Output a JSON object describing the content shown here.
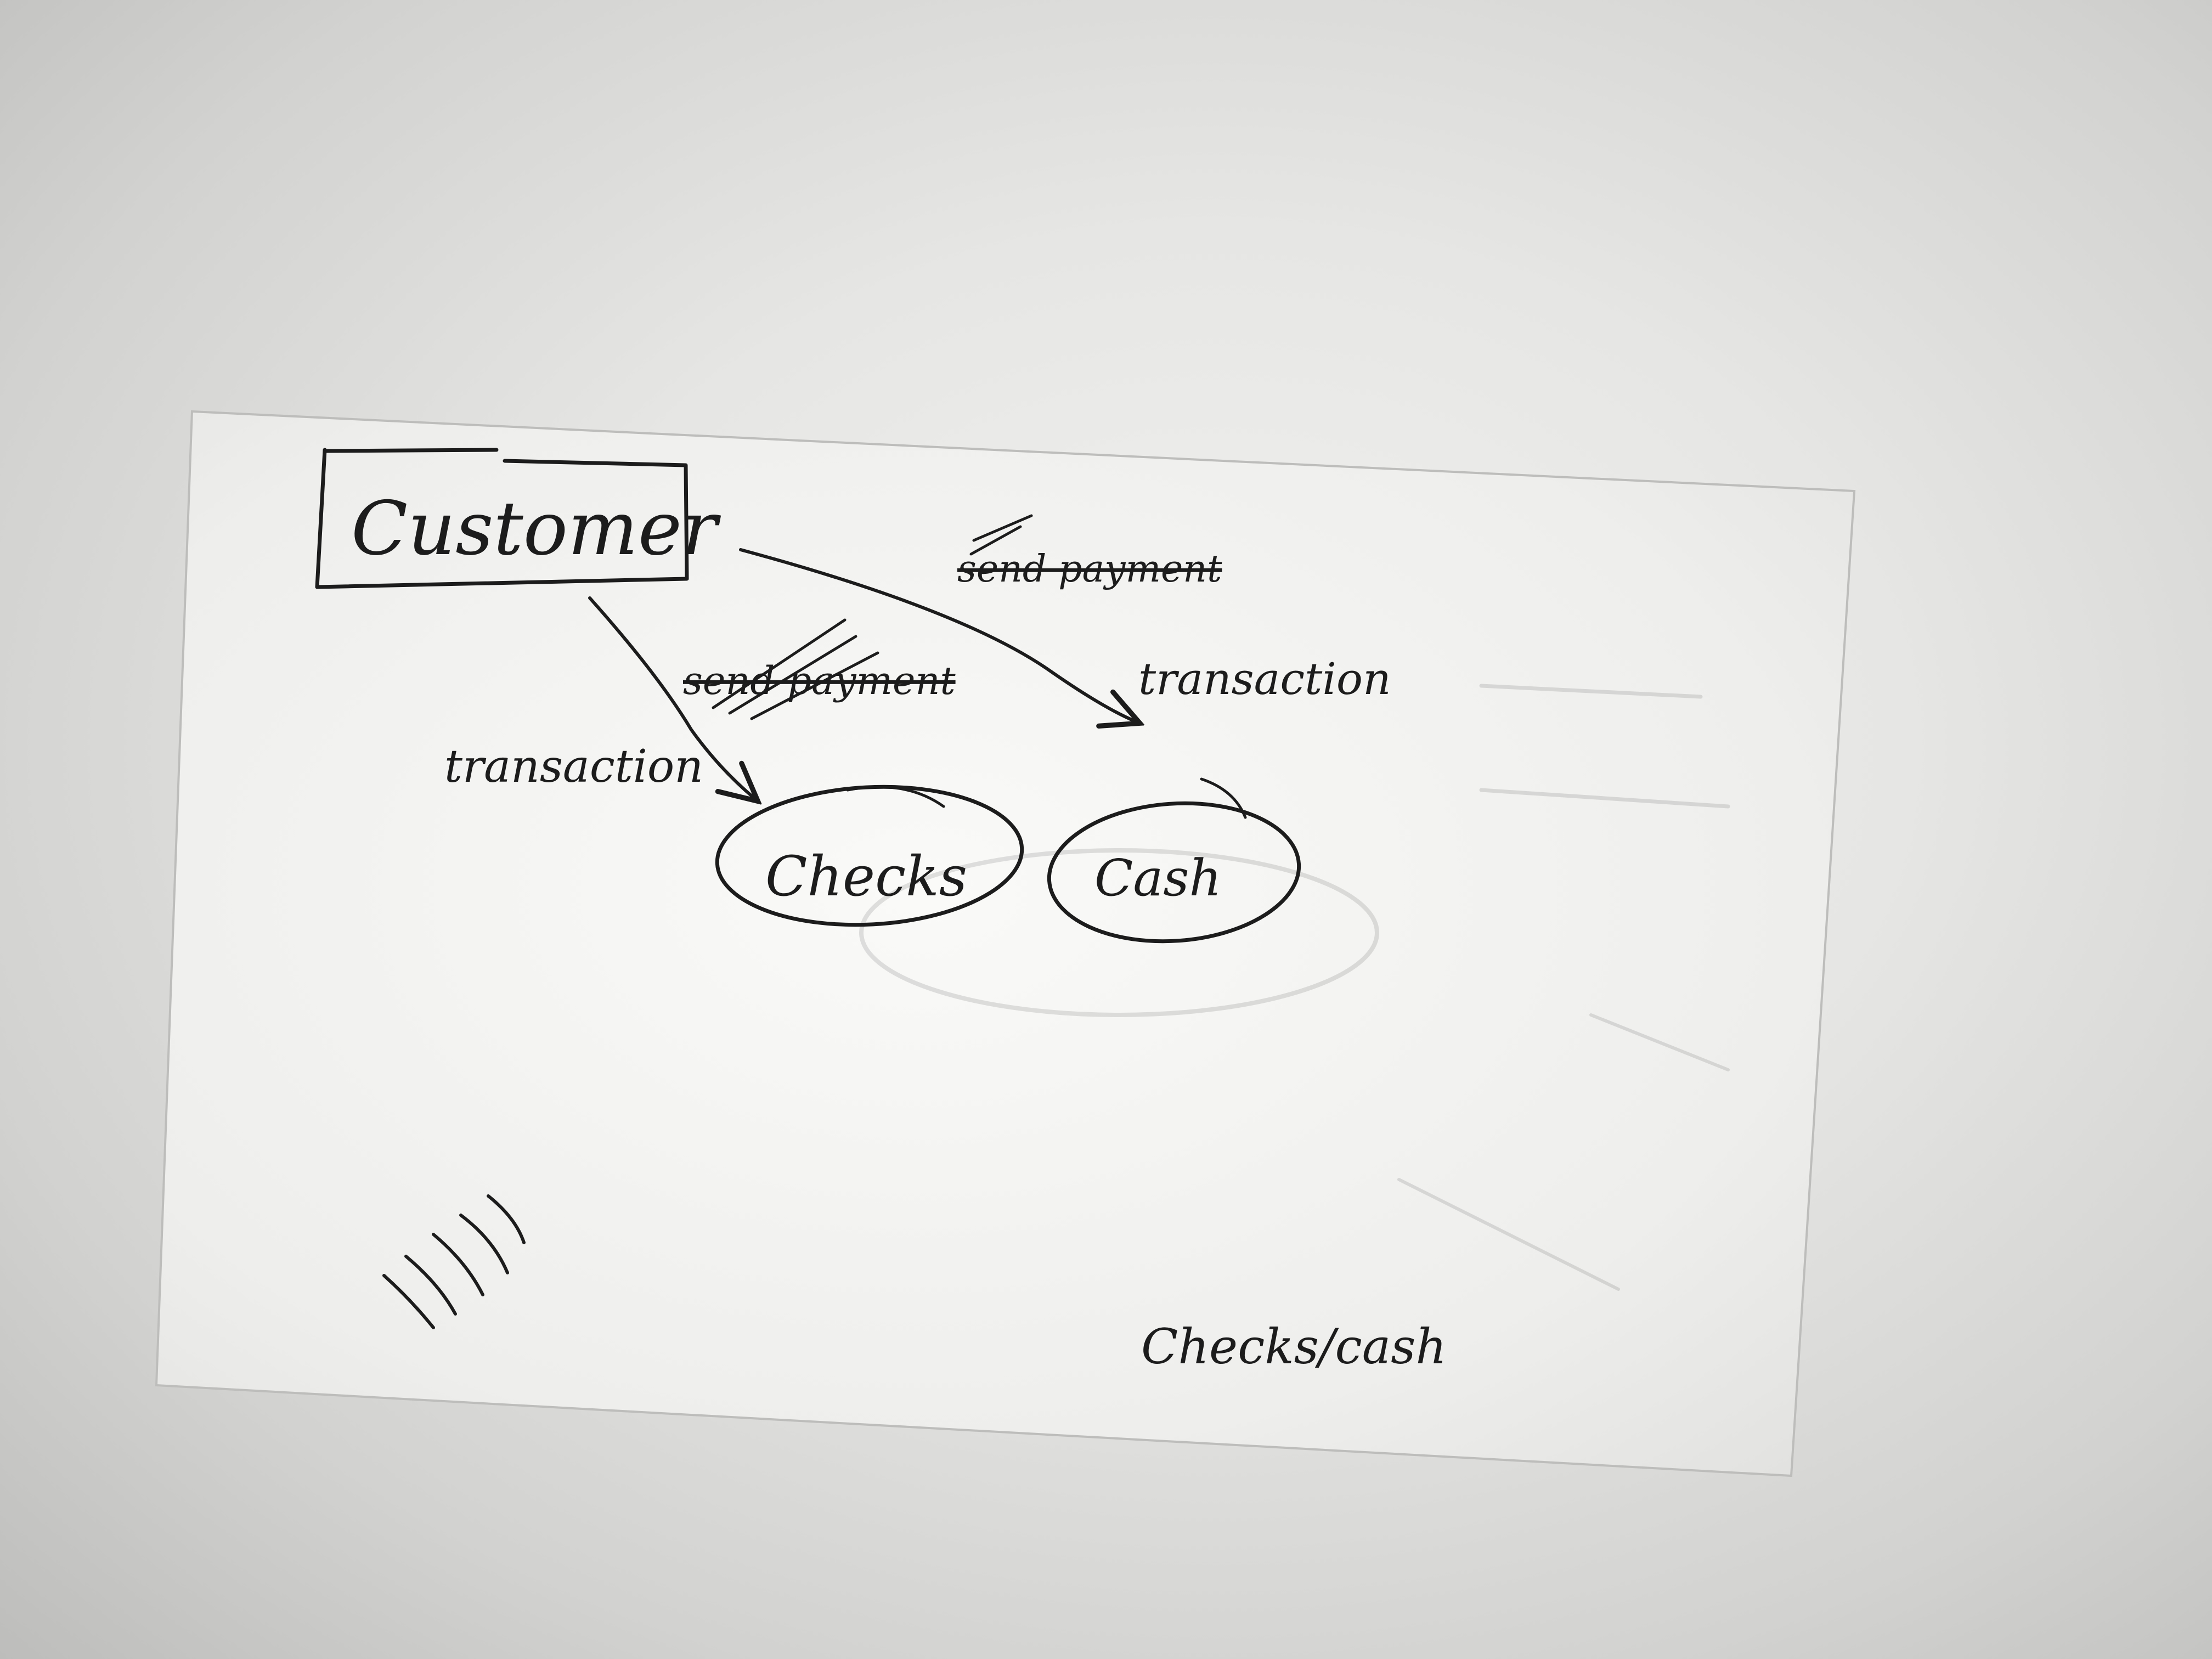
{
  "diagram": {
    "entity_label": "Customer",
    "node_checks_label": "Checks",
    "node_cash_label": "Cash",
    "edge_left_label_crossed": "send payment",
    "edge_left_label": "transaction",
    "edge_right_label_crossed": "send payment",
    "edge_right_label": "transaction",
    "footer_note": "Checks/cash"
  },
  "colors": {
    "ink": "#1c1c1c",
    "paper": "#f7f7f5",
    "background": "#e2e2e0"
  }
}
